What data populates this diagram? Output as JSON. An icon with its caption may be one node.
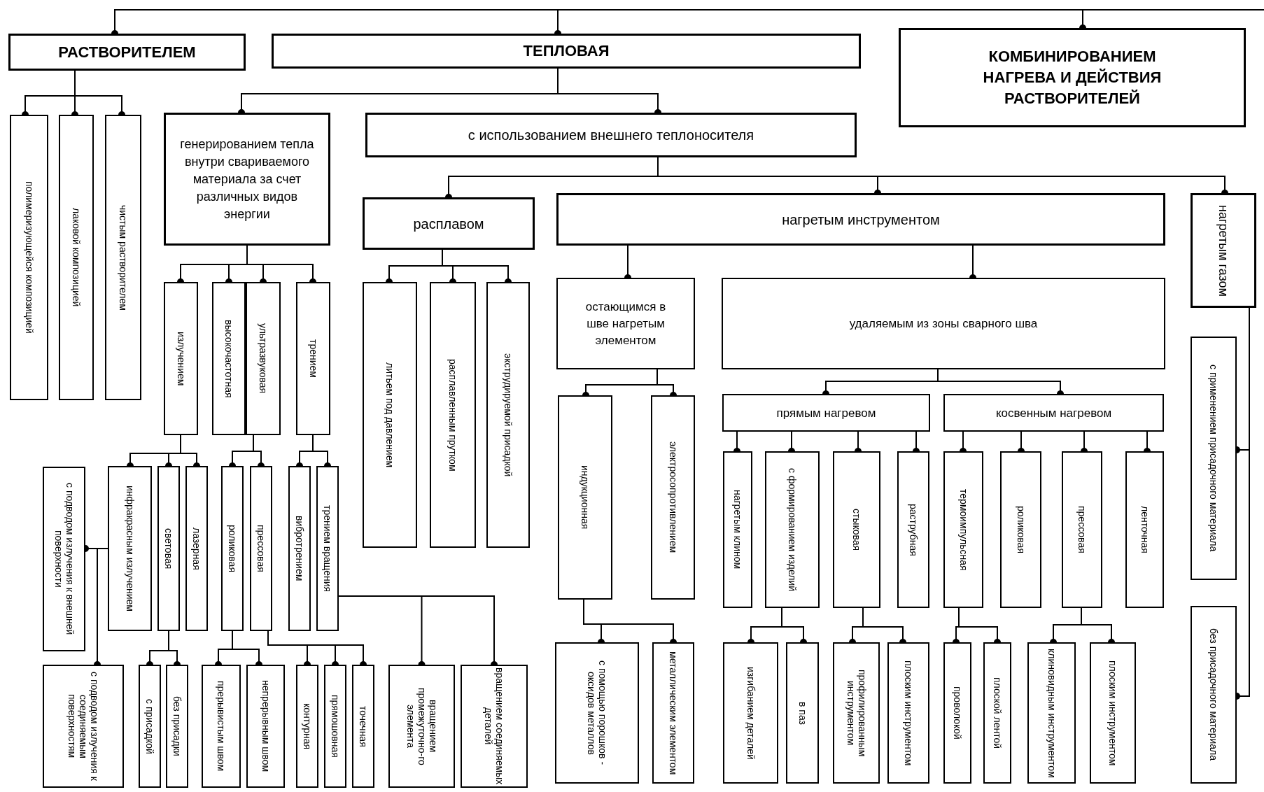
{
  "diagram": {
    "nodes": [
      {
        "text": [
          "РАСТВОРИТЕЛЕМ"
        ]
      },
      {
        "text": [
          "ТЕПЛОВАЯ"
        ]
      },
      {
        "text": [
          "КОМБИНИРОВАНИЕМ НАГРЕВА И ДЕЙСТВИЯ РАСТВОРИТЕЛЕЙ"
        ]
      },
      {
        "text": [
          "полимеризующейся композицией"
        ]
      },
      {
        "text": [
          "лаковой композицией"
        ]
      },
      {
        "text": [
          "чистым растворителем"
        ]
      },
      {
        "text": [
          "генерированием тепла внутри свариваемого материала за счет различных видов энергии"
        ]
      },
      {
        "text": [
          "с использованием внешнего теплоносителя"
        ]
      },
      {
        "text": [
          "расплавом"
        ]
      },
      {
        "text": [
          "нагретым инструментом"
        ]
      },
      {
        "text": [
          "нагретым газом"
        ]
      },
      {
        "text": [
          "излучением"
        ]
      },
      {
        "text": [
          "высокочастотная"
        ]
      },
      {
        "text": [
          "ультразвуковая"
        ]
      },
      {
        "text": [
          "трением"
        ]
      },
      {
        "text": [
          "литьем под давлением"
        ]
      },
      {
        "text": [
          "расплавленным прутком"
        ]
      },
      {
        "text": [
          "экструдируемой присадкой"
        ]
      },
      {
        "text": [
          "остающимся в шве нагретым элементом"
        ]
      },
      {
        "text": [
          "удаляемым из зоны сварного шва"
        ]
      },
      {
        "text": [
          "с применением присадочного материала"
        ]
      },
      {
        "text": [
          "без присадочного материала"
        ]
      },
      {
        "text": [
          "с подводом излучения к внешней поверхности"
        ]
      },
      {
        "text": [
          "с подводом излучения к соединяемым поверхностям"
        ]
      },
      {
        "text": [
          "инфракрасным излучением"
        ]
      },
      {
        "text": [
          "световая"
        ]
      },
      {
        "text": [
          "лазерная"
        ]
      },
      {
        "text": [
          "роликовая"
        ]
      },
      {
        "text": [
          "прессовая"
        ]
      },
      {
        "text": [
          "вибротрением"
        ]
      },
      {
        "text": [
          "трением вращения"
        ]
      },
      {
        "text": [
          "индукционная"
        ]
      },
      {
        "text": [
          "электросопротивлением"
        ]
      },
      {
        "text": [
          "прямым нагревом"
        ]
      },
      {
        "text": [
          "косвенным нагревом"
        ]
      },
      {
        "text": [
          "с присадкой"
        ]
      },
      {
        "text": [
          "без присадки"
        ]
      },
      {
        "text": [
          "прерывистым швом"
        ]
      },
      {
        "text": [
          "непрерывным швом"
        ]
      },
      {
        "text": [
          "контурная"
        ]
      },
      {
        "text": [
          "прямошовная"
        ]
      },
      {
        "text": [
          "точечная"
        ]
      },
      {
        "text": [
          "вращением промежуточно-го элемента"
        ]
      },
      {
        "text": [
          "вращением соединяемых деталей"
        ]
      },
      {
        "text": [
          "с помощью порошков - оксидов металлов"
        ]
      },
      {
        "text": [
          "металлическим элементом"
        ]
      },
      {
        "text": [
          "нагретым клином"
        ]
      },
      {
        "text": [
          "с формированием изделий"
        ]
      },
      {
        "text": [
          "стыковая"
        ]
      },
      {
        "text": [
          "раструбная"
        ]
      },
      {
        "text": [
          "термоимпульсная"
        ]
      },
      {
        "text": [
          "роликовая"
        ]
      },
      {
        "text": [
          "прессовая"
        ]
      },
      {
        "text": [
          "ленточная"
        ]
      },
      {
        "text": [
          "изгибанием деталей"
        ]
      },
      {
        "text": [
          "в паз"
        ]
      },
      {
        "text": [
          "профилированным инструментом"
        ]
      },
      {
        "text": [
          "плоским инструментом"
        ]
      },
      {
        "text": [
          "проволокой"
        ]
      },
      {
        "text": [
          "плоской лентой"
        ]
      },
      {
        "text": [
          "клиновидным инструментом"
        ]
      },
      {
        "text": [
          "плоским инструментом"
        ]
      }
    ],
    "edges": [
      {
        "from": null,
        "to": 0,
        "arrow": "other"
      },
      {
        "from": null,
        "to": 1,
        "arrow": "other"
      },
      {
        "from": null,
        "to": 2,
        "arrow": "other"
      },
      {
        "from": 0,
        "to": 3,
        "arrow": "other"
      },
      {
        "from": 0,
        "to": 4,
        "arrow": "other"
      },
      {
        "from": 0,
        "to": 5,
        "arrow": "other"
      },
      {
        "from": 1,
        "to": 6,
        "arrow": "other"
      },
      {
        "from": 1,
        "to": 7,
        "arrow": "other"
      },
      {
        "from": 7,
        "to": 8,
        "arrow": "other"
      },
      {
        "from": 7,
        "to": 9,
        "arrow": "other"
      },
      {
        "from": 7,
        "to": 10,
        "arrow": "other"
      },
      {
        "from": 6,
        "to": 11,
        "arrow": "other"
      },
      {
        "from": 6,
        "to": 12,
        "arrow": "other"
      },
      {
        "from": 6,
        "to": 13,
        "arrow": "other"
      },
      {
        "from": 6,
        "to": 14,
        "arrow": "other"
      },
      {
        "from": 8,
        "to": 15,
        "arrow": "other"
      },
      {
        "from": 8,
        "to": 16,
        "arrow": "other"
      },
      {
        "from": 8,
        "to": 17,
        "arrow": "other"
      },
      {
        "from": 9,
        "to": 18,
        "arrow": "other"
      },
      {
        "from": 9,
        "to": 19,
        "arrow": "other"
      },
      {
        "from": 10,
        "to": 20,
        "arrow": "other"
      },
      {
        "from": 10,
        "to": 21,
        "arrow": "other"
      },
      {
        "from": 24,
        "to": 22,
        "arrow": "other"
      },
      {
        "from": 24,
        "to": 23,
        "arrow": "other"
      },
      {
        "from": 11,
        "to": 24,
        "arrow": "other"
      },
      {
        "from": 11,
        "to": 25,
        "arrow": "other"
      },
      {
        "from": 11,
        "to": 26,
        "arrow": "other"
      },
      {
        "from": 13,
        "to": 27,
        "arrow": "other"
      },
      {
        "from": 13,
        "to": 28,
        "arrow": "other"
      },
      {
        "from": 14,
        "to": 29,
        "arrow": "other"
      },
      {
        "from": 14,
        "to": 30,
        "arrow": "other"
      },
      {
        "from": 18,
        "to": 31,
        "arrow": "other"
      },
      {
        "from": 18,
        "to": 32,
        "arrow": "other"
      },
      {
        "from": 19,
        "to": 33,
        "arrow": "other"
      },
      {
        "from": 19,
        "to": 34,
        "arrow": "other"
      },
      {
        "from": 25,
        "to": 35,
        "arrow": "other"
      },
      {
        "from": 25,
        "to": 36,
        "arrow": "other"
      },
      {
        "from": 27,
        "to": 37,
        "arrow": "other"
      },
      {
        "from": 27,
        "to": 38,
        "arrow": "other"
      },
      {
        "from": 28,
        "to": 39,
        "arrow": "other"
      },
      {
        "from": 28,
        "to": 40,
        "arrow": "other"
      },
      {
        "from": 28,
        "to": 41,
        "arrow": "other"
      },
      {
        "from": 30,
        "to": 42,
        "arrow": "other"
      },
      {
        "from": 30,
        "to": 43,
        "arrow": "other"
      },
      {
        "from": 31,
        "to": 44,
        "arrow": "other"
      },
      {
        "from": 31,
        "to": 45,
        "arrow": "other"
      },
      {
        "from": 33,
        "to": 46,
        "arrow": "other"
      },
      {
        "from": 33,
        "to": 47,
        "arrow": "other"
      },
      {
        "from": 33,
        "to": 48,
        "arrow": "other"
      },
      {
        "from": 33,
        "to": 49,
        "arrow": "other"
      },
      {
        "from": 34,
        "to": 50,
        "arrow": "other"
      },
      {
        "from": 34,
        "to": 51,
        "arrow": "other"
      },
      {
        "from": 34,
        "to": 52,
        "arrow": "other"
      },
      {
        "from": 34,
        "to": 53,
        "arrow": "other"
      },
      {
        "from": 47,
        "to": 54,
        "arrow": "other"
      },
      {
        "from": 47,
        "to": 55,
        "arrow": "other"
      },
      {
        "from": 48,
        "to": 56,
        "arrow": "other"
      },
      {
        "from": 48,
        "to": 57,
        "arrow": "other"
      },
      {
        "from": 50,
        "to": 58,
        "arrow": "other"
      },
      {
        "from": 50,
        "to": 59,
        "arrow": "other"
      },
      {
        "from": 52,
        "to": 60,
        "arrow": "other"
      },
      {
        "from": 52,
        "to": 61,
        "arrow": "other"
      }
    ]
  }
}
